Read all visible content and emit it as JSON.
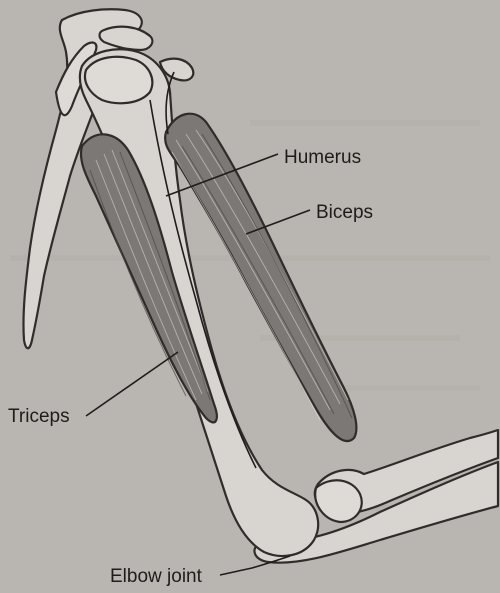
{
  "diagram": {
    "labels": {
      "humerus": "Humerus",
      "biceps": "Biceps",
      "triceps": "Triceps",
      "elbow_joint": "Elbow joint"
    },
    "colors": {
      "background": "#b9b6b1",
      "bone": "#d8d5d0",
      "muscle": "#7b7875",
      "outline": "#2f2d2b"
    }
  }
}
